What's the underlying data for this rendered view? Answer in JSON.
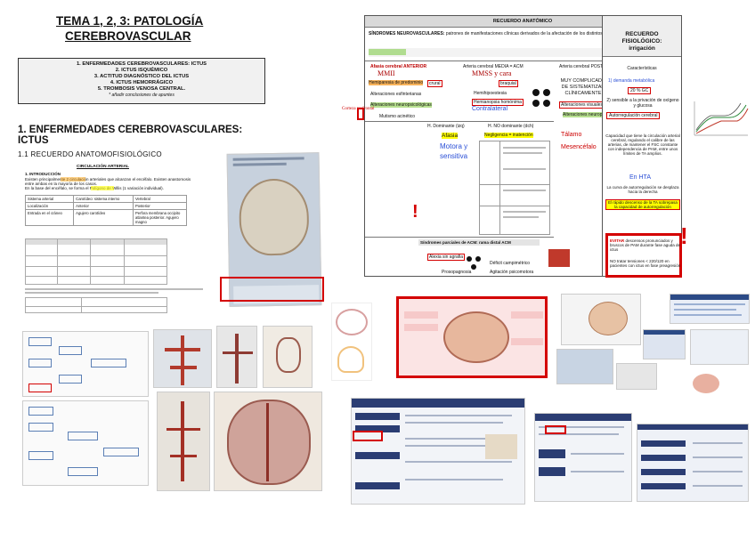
{
  "title_line1": "TEMA 1, 2, 3: PATOLOGÍA",
  "title_line2": "CEREBROVASCULAR",
  "index": [
    "1. ENFERMEDADES CEREBROVASCULARES: ICTUS",
    "2. ICTUS ISQUÉMICO",
    "3. ACTITUD DIAGNÓSTICO DEL ICTUS",
    "4. ICTUS HEMORRÁGICO",
    "5. TROMBOSIS VENOSA CENTRAL.",
    "* añadir conclusiones de apuntes"
  ],
  "section_heading_1": "1. ENFERMEDADES CEREBROVASCULARES:",
  "section_heading_2": "ICTUS",
  "subsection": "1.1 RECUERDO ANATOMOFISIOLÓGICO",
  "intro": {
    "circ_title": "CIRCULACIÓN ARTERIAL",
    "heading": "1. INTRODUCCIÓN",
    "l1": "Existen principalmente 2 circulación arteriales que alcanzan el encéfalo. Existen anastomosis",
    "l2": "entre ambas en la mayoría de los casos.",
    "l3": "En la base del encéfalo, se forma el Polígono de Willis (1 variación individual).",
    "table": [
      [
        "Sistema arterial",
        "Carotídeo: sistema interno",
        "Vertebral"
      ],
      [
        "Localización",
        "Anterior",
        "Posterior"
      ],
      [
        "Entrada en el cráneo",
        "Agujero carotídeo",
        "Perfora membrana occipito atlantea posterior. Agujero magno"
      ]
    ]
  },
  "anatomico": {
    "title": "RECUERDO ANATÓMICO",
    "sindromes_label": "SÍNDROMES NEUROVASCULARES:",
    "sindromes_text": "patrones de manifestaciones clínicas derivados de la afectación de los distintos territorios cerebrales",
    "col_anterior": "Afasia cerebral ANTERIOR",
    "col_media": "Arteria cerebral MEDIA = ACM",
    "col_posterior": "Arteria cerebral POSTERIOR",
    "mmii": "MMII",
    "mmss_cara": "MMSS y cara",
    "hemiparesia_label": "Hemiparesia de predominio",
    "hemiparesia_val": "crural",
    "braquial": "braquial",
    "alteraciones_esf": "Alteraciones esfinterianas",
    "alteraciones_neuro": "Alteraciones neuropsicológicas",
    "mutismo": "Mutismo acinético",
    "hemihipoestesia": "Hemihipoestesia",
    "hemianopsia": "Hemianopsia homónima",
    "contralateral": "Contralateral",
    "corteza": "Corteza prefrontal",
    "complicado": "MUY COMPLICADO DE SISTEMATIZAR CLÍNICAMENTE",
    "alteraciones_visuales": "Alteraciones visuales",
    "talamo": "Tálamo",
    "mesencefalo": "Mesencéfalo",
    "hdom": "H. Dominante (izq)",
    "hnodom": "H. NO dominante (dch)",
    "afasia": "Afasia",
    "motora": "Motora y",
    "sensitiva": "sensitiva",
    "negligencia": "Negligencia = inatención",
    "sindromes_parciales": "Síndromes parciales de ACM: rama distal ACM",
    "alexia": "Alexia sin agrafia",
    "deficit": "Déficit campimétrico",
    "agitacion": "Agitación psicomotora",
    "prosopagnosia": "Prosopagnosia"
  },
  "recuerdo_fisio": {
    "title1": "RECUERDO",
    "title2": "FISIOLÓGICO:",
    "title3": "irrigación",
    "caracteristicas": "Características",
    "demanda": "1) demanda metabólica",
    "gc": "20 % GC",
    "sensible": "2) sensible a la privación de oxígeno y glucosa",
    "autorregulacion": "Autorregulación cerebral",
    "capacidad": "Capacidad que tiene la circulación arterial cerebral, regulando el calibre de las arterias, de mantener el FSC constante con independencia de PAM, entre unos límites de TA amplios.",
    "hta": "En HTA",
    "curva": "La curva de autorregulación se desplaza hacia la derecha",
    "descenso": "El rápido descenso de la TA sobrepasa la capacidad de autorregulación",
    "evitar": "EVITAR",
    "evitar_text": "descensos pronunciados y bruscos de PAM durante fase aguda de ictus",
    "no_tratar": "NO tratar tensiones < 220/120 en pacientes con ictus en fase preagresión"
  },
  "colors": {
    "accent_red": "#d40000",
    "highlight_yellow": "#ffff00",
    "link_blue": "#2a4fd6",
    "gray_header": "#d9d9d9"
  }
}
